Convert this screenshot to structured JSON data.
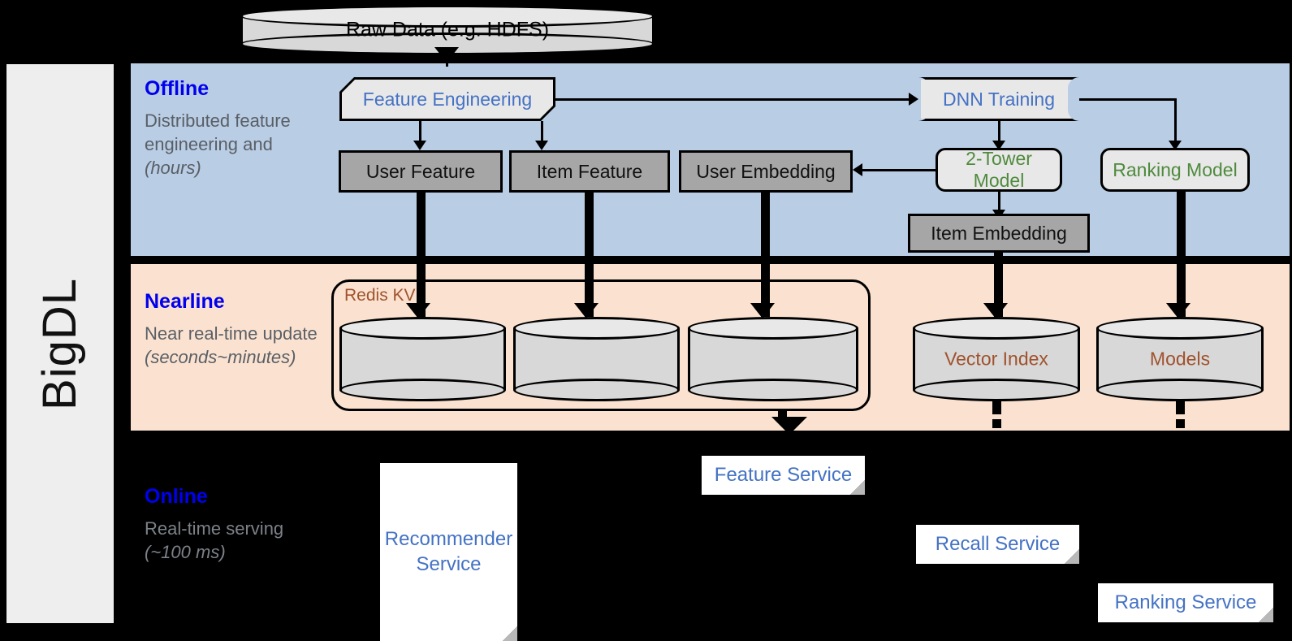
{
  "sidebar": {
    "label": "BigDL"
  },
  "bands": {
    "offline": {
      "title": "Offline",
      "desc_plain": "Distributed feature engineering and ",
      "desc_italic": "(hours)"
    },
    "nearline": {
      "title": "Nearline",
      "desc_plain": "Near real-time update ",
      "desc_italic": "(seconds~minutes)"
    },
    "online": {
      "title": "Online",
      "desc_plain": "Real-time serving ",
      "desc_italic": "(~100 ms)"
    }
  },
  "source": {
    "raw_data": "Raw Data (e.g. HDFS)"
  },
  "offline": {
    "feature_engineering": "Feature Engineering",
    "dnn_training": "DNN Training",
    "user_feature": "User Feature",
    "item_feature": "Item Feature",
    "user_embedding": "User Embedding",
    "two_tower_model": "2-Tower Model",
    "ranking_model": "Ranking Model",
    "item_embedding": "Item Embedding"
  },
  "nearline": {
    "redis_kv": "Redis KV",
    "vector_index": "Vector Index",
    "models": "Models",
    "store_1": "",
    "store_2": "",
    "store_3": ""
  },
  "online": {
    "recommender_service": "Recommender Service",
    "feature_service": "Feature Service",
    "recall_service": "Recall Service",
    "ranking_service": "Ranking Service"
  },
  "colors": {
    "offline_band": "#b9cde5",
    "nearline_band": "#fbe2d0",
    "online_band": "#000000",
    "band_title": "#0000ee",
    "blue_text": "#4472c4",
    "green_text": "#4f8a3d",
    "brown_text": "#a0522d",
    "gray_box": "#a6a6a6",
    "proc_box": "#e8e8e8",
    "sidebar": "#eeeeee"
  }
}
